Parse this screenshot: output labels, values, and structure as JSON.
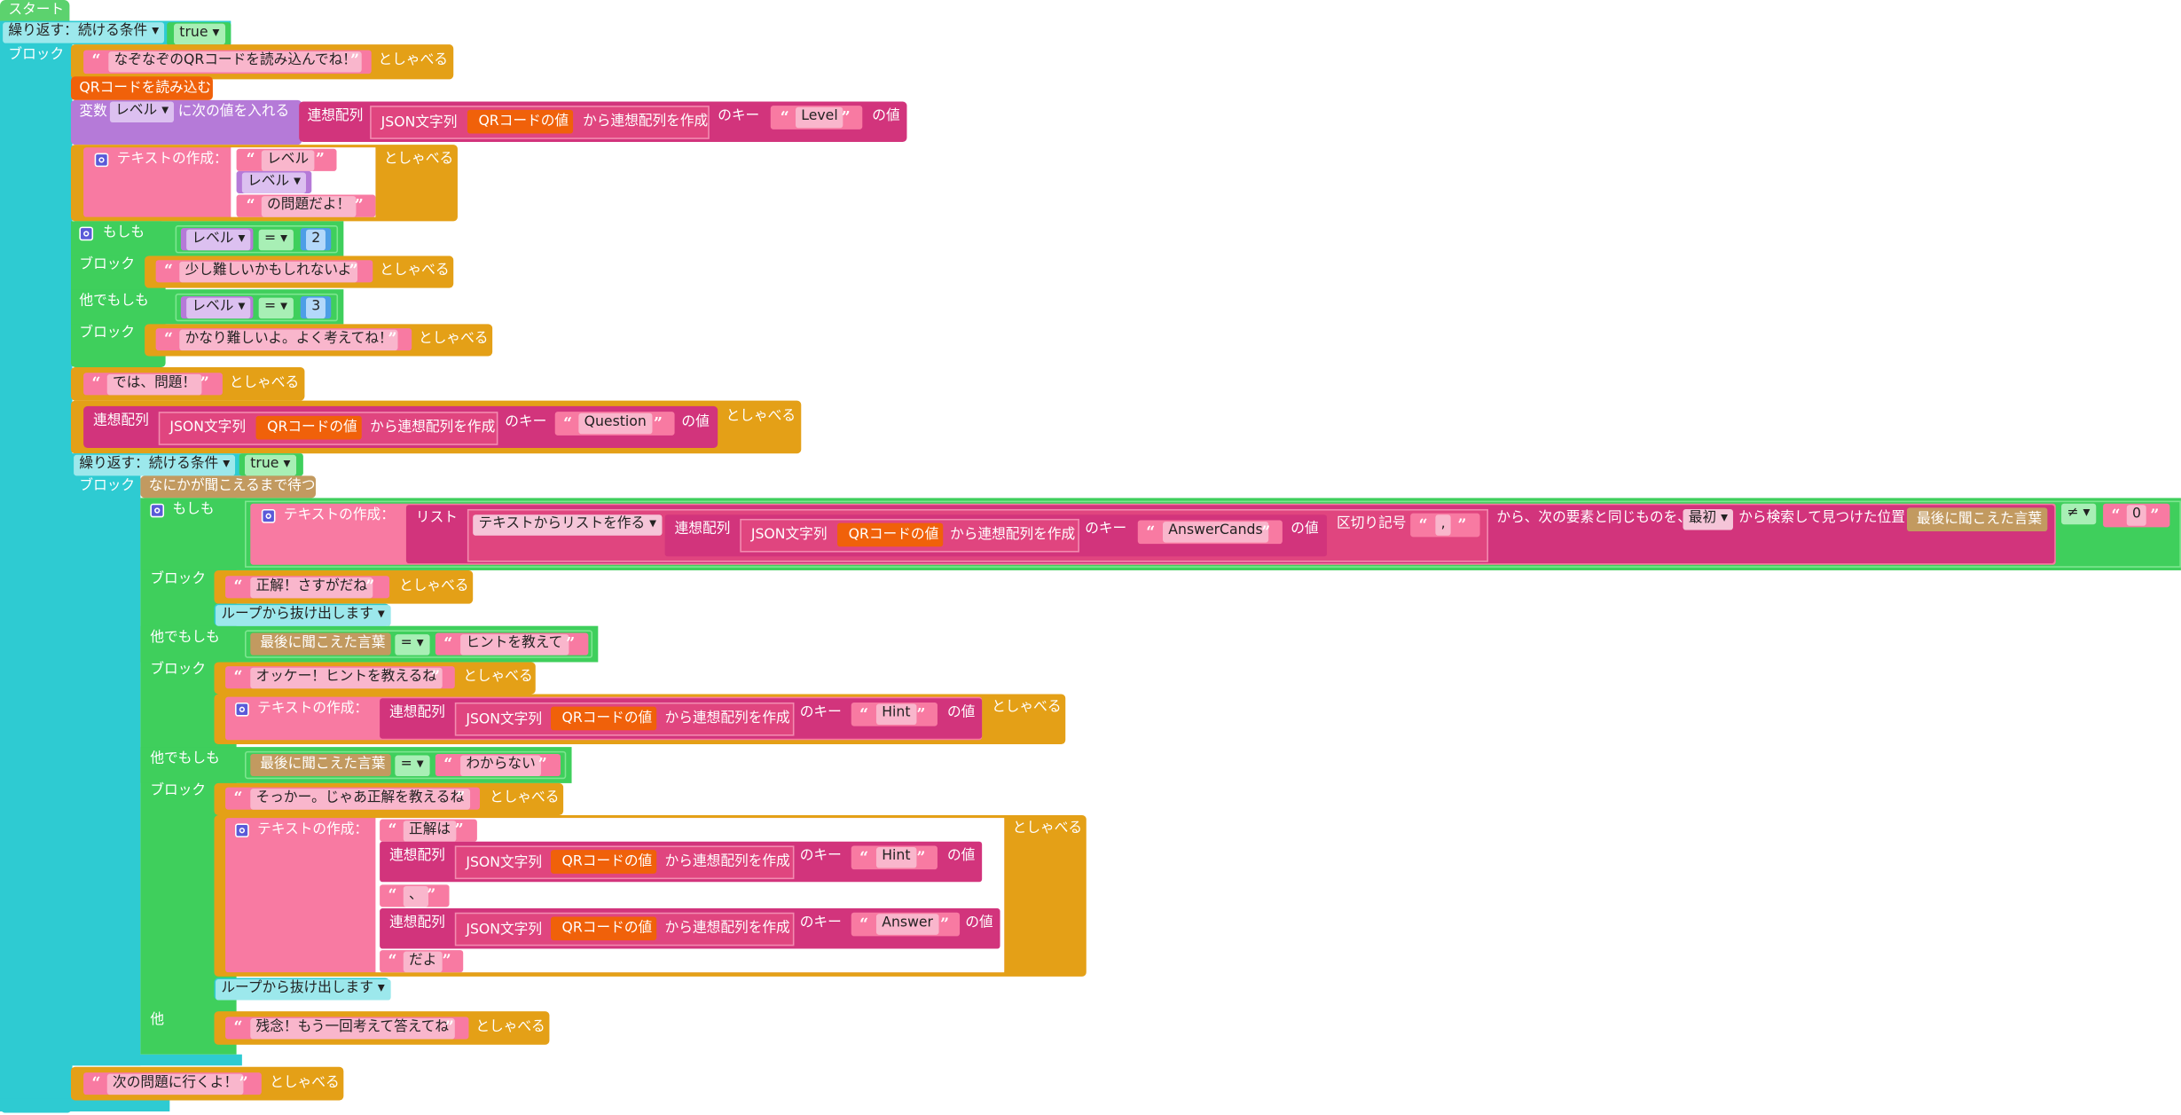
{
  "colors": {
    "control": "#2ecbd2",
    "logic": "#3fcf5c",
    "speak": "#e4a017",
    "text": "#f87aa2",
    "stringLit": "#f9b6cc",
    "dict": "#d2347c",
    "qr": "#f0610a",
    "variable": "#b57ad8",
    "heard": "#c29a60",
    "math": "#4d9ee6"
  },
  "start": "スタート",
  "loop1": {
    "label": "繰り返す：続ける条件 ▾",
    "cond": "true ▾",
    "block": "ブロック"
  },
  "speak": "としゃべる",
  "say1": "なぞなぞのQRコードを読み込んでね！",
  "read_qr": "QRコードを読み込む",
  "setvar": {
    "var_label": "変数",
    "var_name": "レベル ▾",
    "assign": "に次の値を入れる"
  },
  "dict": {
    "label": "連想配列",
    "json": "JSON文字列",
    "make": "から連想配列を作成",
    "key_label": "のキー",
    "value_of": "の値"
  },
  "qr_value": "QRコードの値",
  "keys": {
    "level": "Level",
    "question": "Question",
    "answer_cands": "AnswerCands",
    "hint": "Hint",
    "answer": "Answer"
  },
  "text_join": "テキストの作成：",
  "join1": {
    "a": "レベル",
    "b": "レベル ▾",
    "c": "の問題だよ！"
  },
  "if1": {
    "if": "もしも",
    "block": "ブロック",
    "elseif": "他でもしも",
    "var": "レベル ▾",
    "op": "= ▾",
    "v1": "2",
    "v2": "3",
    "say2": "少し難しいかもしれないよ",
    "say3": "かなり難しいよ。よく考えてね！"
  },
  "say4": "では、問題！",
  "loop2": {
    "label": "繰り返す：続ける条件 ▾",
    "cond": "true ▾",
    "block": "ブロック"
  },
  "wait": "なにかが聞こえるまで待つ",
  "if2": {
    "if": "もしも",
    "block": "ブロック",
    "elseif": "他でもしも",
    "else": "他",
    "list": "リスト",
    "split": "テキストからリストを作る ▾",
    "delim_label": "区切り記号",
    "delim": ",",
    "search": "から、次の要素と同じものを、",
    "first": "最初 ▾",
    "found": "から検索して見つけた位置",
    "heard": "最後に聞こえた言葉",
    "neq": "≠ ▾",
    "zero": "0",
    "eq": "= ▾",
    "correct": "正解！さすがだね",
    "break": "ループから抜け出します ▾",
    "hint_req": "ヒントを教えて",
    "hint_ok": "オッケー！ヒントを教えるね",
    "dunno": "わからない",
    "give_up": "そっかー。じゃあ正解を教えるね",
    "ans_is": "正解は",
    "comma": "、",
    "da": "だよ",
    "retry": "残念！もう一回考えて答えてね"
  },
  "next": "次の問題に行くよ！"
}
